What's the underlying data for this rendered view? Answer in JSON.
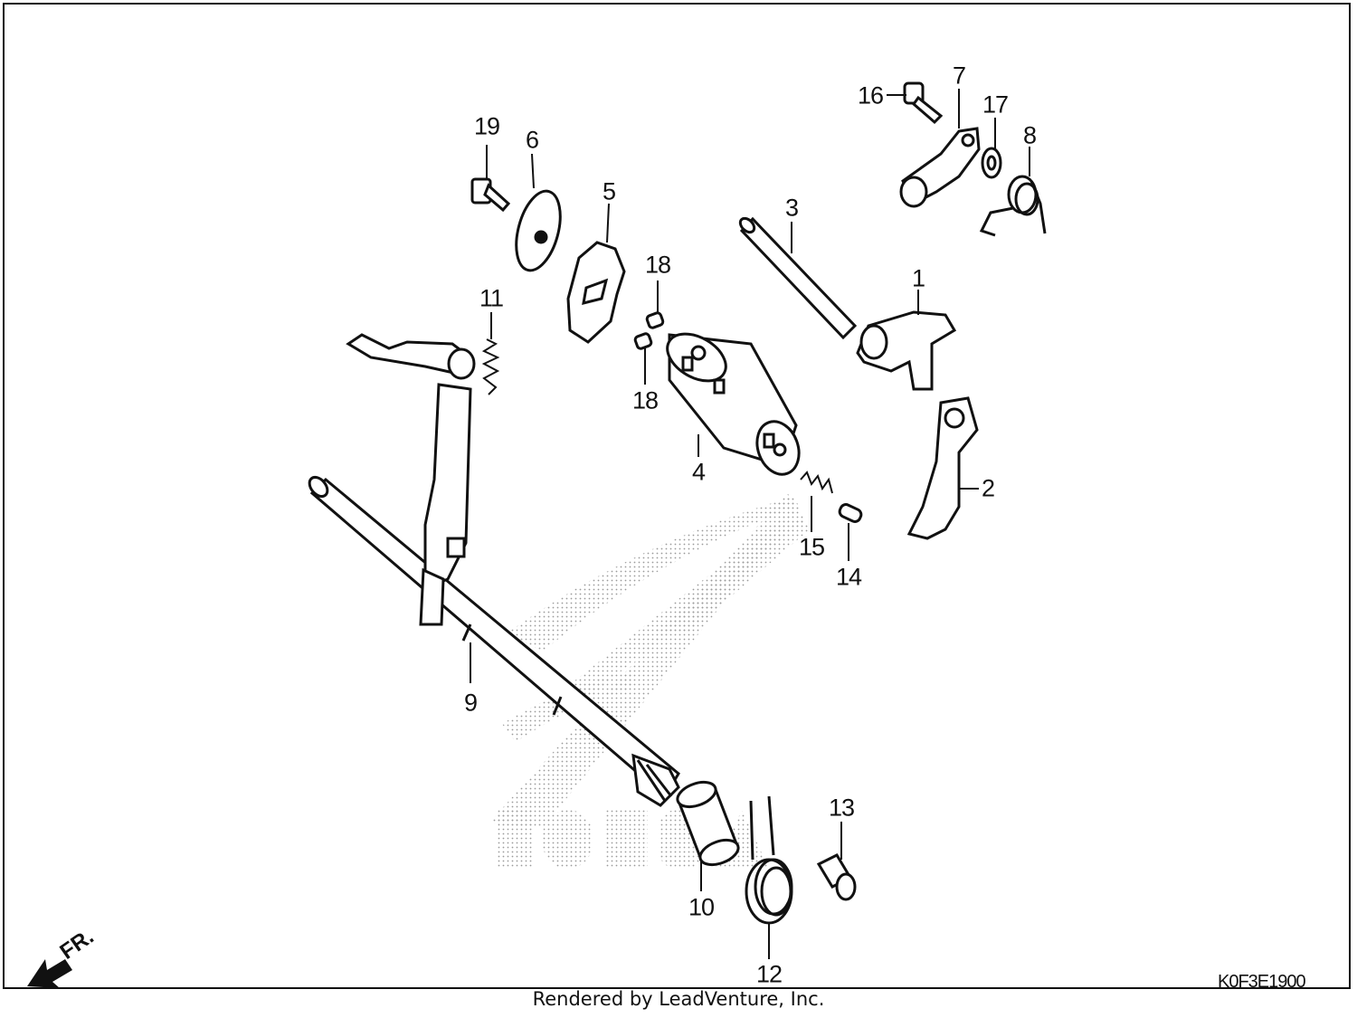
{
  "diagram": {
    "footer": "Rendered by LeadVenture, Inc.",
    "code": "K0F3E1900",
    "direction_label": "FR.",
    "watermark_logo": "HONDA",
    "callouts": [
      {
        "id": "1",
        "label": "1"
      },
      {
        "id": "2",
        "label": "2"
      },
      {
        "id": "3",
        "label": "3"
      },
      {
        "id": "4",
        "label": "4"
      },
      {
        "id": "5",
        "label": "5"
      },
      {
        "id": "6",
        "label": "6"
      },
      {
        "id": "7",
        "label": "7"
      },
      {
        "id": "8",
        "label": "8"
      },
      {
        "id": "9",
        "label": "9"
      },
      {
        "id": "10",
        "label": "10"
      },
      {
        "id": "11",
        "label": "11"
      },
      {
        "id": "12",
        "label": "12"
      },
      {
        "id": "13",
        "label": "13"
      },
      {
        "id": "14",
        "label": "14"
      },
      {
        "id": "15",
        "label": "15"
      },
      {
        "id": "16",
        "label": "16"
      },
      {
        "id": "17",
        "label": "17"
      },
      {
        "id": "18a",
        "label": "18"
      },
      {
        "id": "18b",
        "label": "18"
      },
      {
        "id": "19",
        "label": "19"
      }
    ]
  }
}
